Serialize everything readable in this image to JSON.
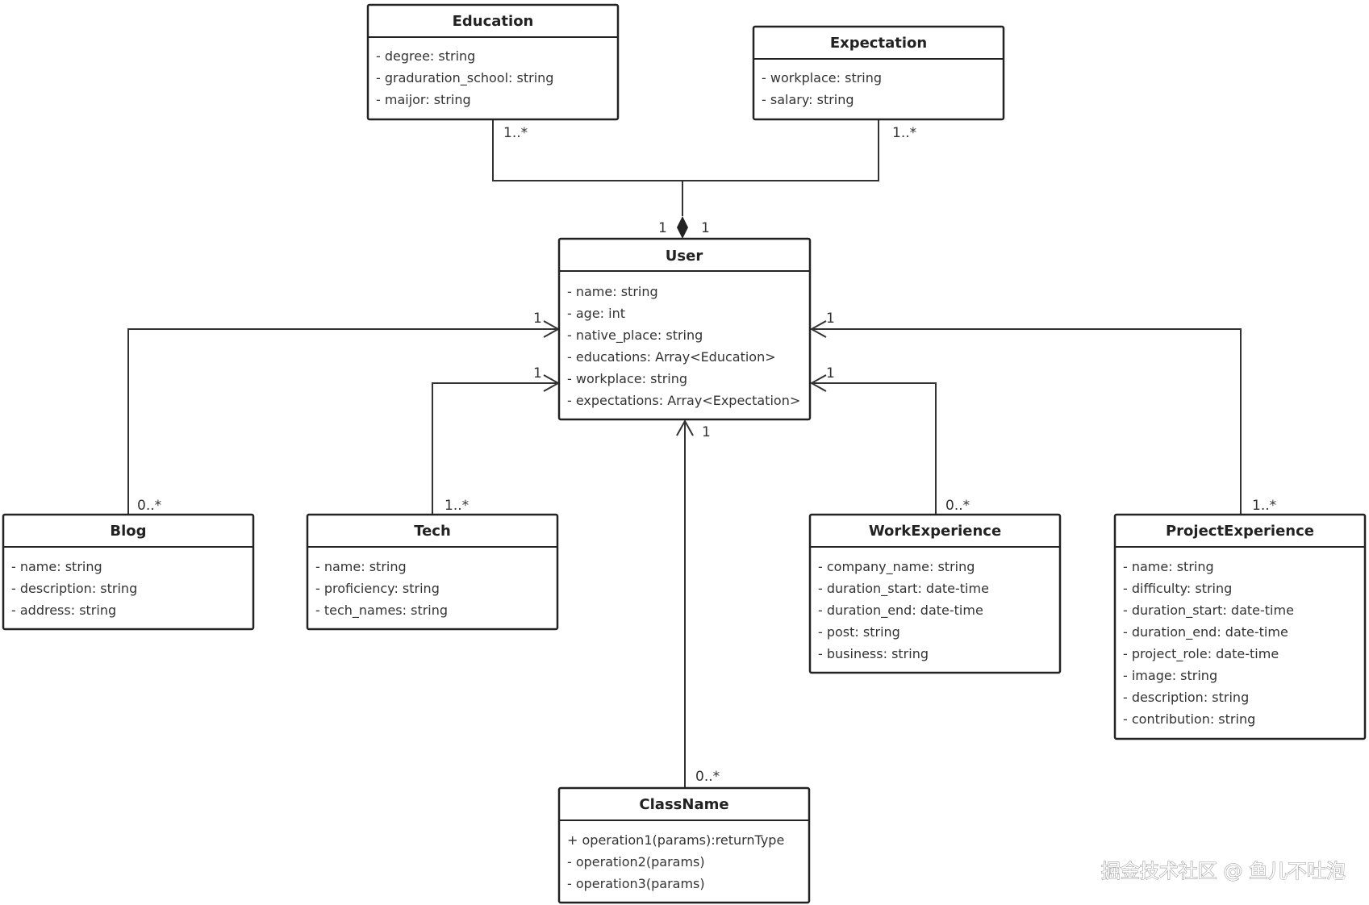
{
  "diagram": {
    "classes": {
      "education": {
        "name": "Education",
        "members": [
          "- degree: string",
          "- graduration_school: string",
          "- maijor: string"
        ]
      },
      "expectation": {
        "name": "Expectation",
        "members": [
          "- workplace: string",
          "- salary: string"
        ]
      },
      "user": {
        "name": "User",
        "members": [
          "- name: string",
          "- age: int",
          "- native_place: string",
          "- educations: Array<Education>",
          "- workplace: string",
          "- expectations: Array<Expectation>"
        ]
      },
      "blog": {
        "name": "Blog",
        "members": [
          "- name: string",
          "- description: string",
          "- address: string"
        ]
      },
      "tech": {
        "name": "Tech",
        "members": [
          "- name: string",
          "- proficiency: string",
          "- tech_names: string"
        ]
      },
      "work_experience": {
        "name": "WorkExperience",
        "members": [
          "- company_name: string",
          "- duration_start: date-time",
          "- duration_end: date-time",
          "- post: string",
          "- business: string"
        ]
      },
      "project_experience": {
        "name": "ProjectExperience",
        "members": [
          "- name: string",
          "- difficulty: string",
          "- duration_start: date-time",
          "- duration_end: date-time",
          "- project_role: date-time",
          "- image: string",
          "- description: string",
          "- contribution: string"
        ]
      },
      "class_name": {
        "name": "ClassName",
        "members": [
          "+ operation1(params):returnType",
          "- operation2(params)",
          "- operation3(params)"
        ]
      }
    },
    "multiplicities": {
      "education_end": "1..*",
      "expectation_end": "1..*",
      "user_left": "1",
      "user_right": "1",
      "blog_user_end": "1",
      "blog_end": "0..*",
      "tech_user_end": "1",
      "tech_end": "1..*",
      "work_user_end": "1",
      "work_end": "0..*",
      "project_user_end": "1",
      "project_end": "1..*",
      "classname_user_end": "1",
      "classname_end": "0..*"
    }
  },
  "watermark": "掘金技术社区 @ 鱼儿不吐泡"
}
